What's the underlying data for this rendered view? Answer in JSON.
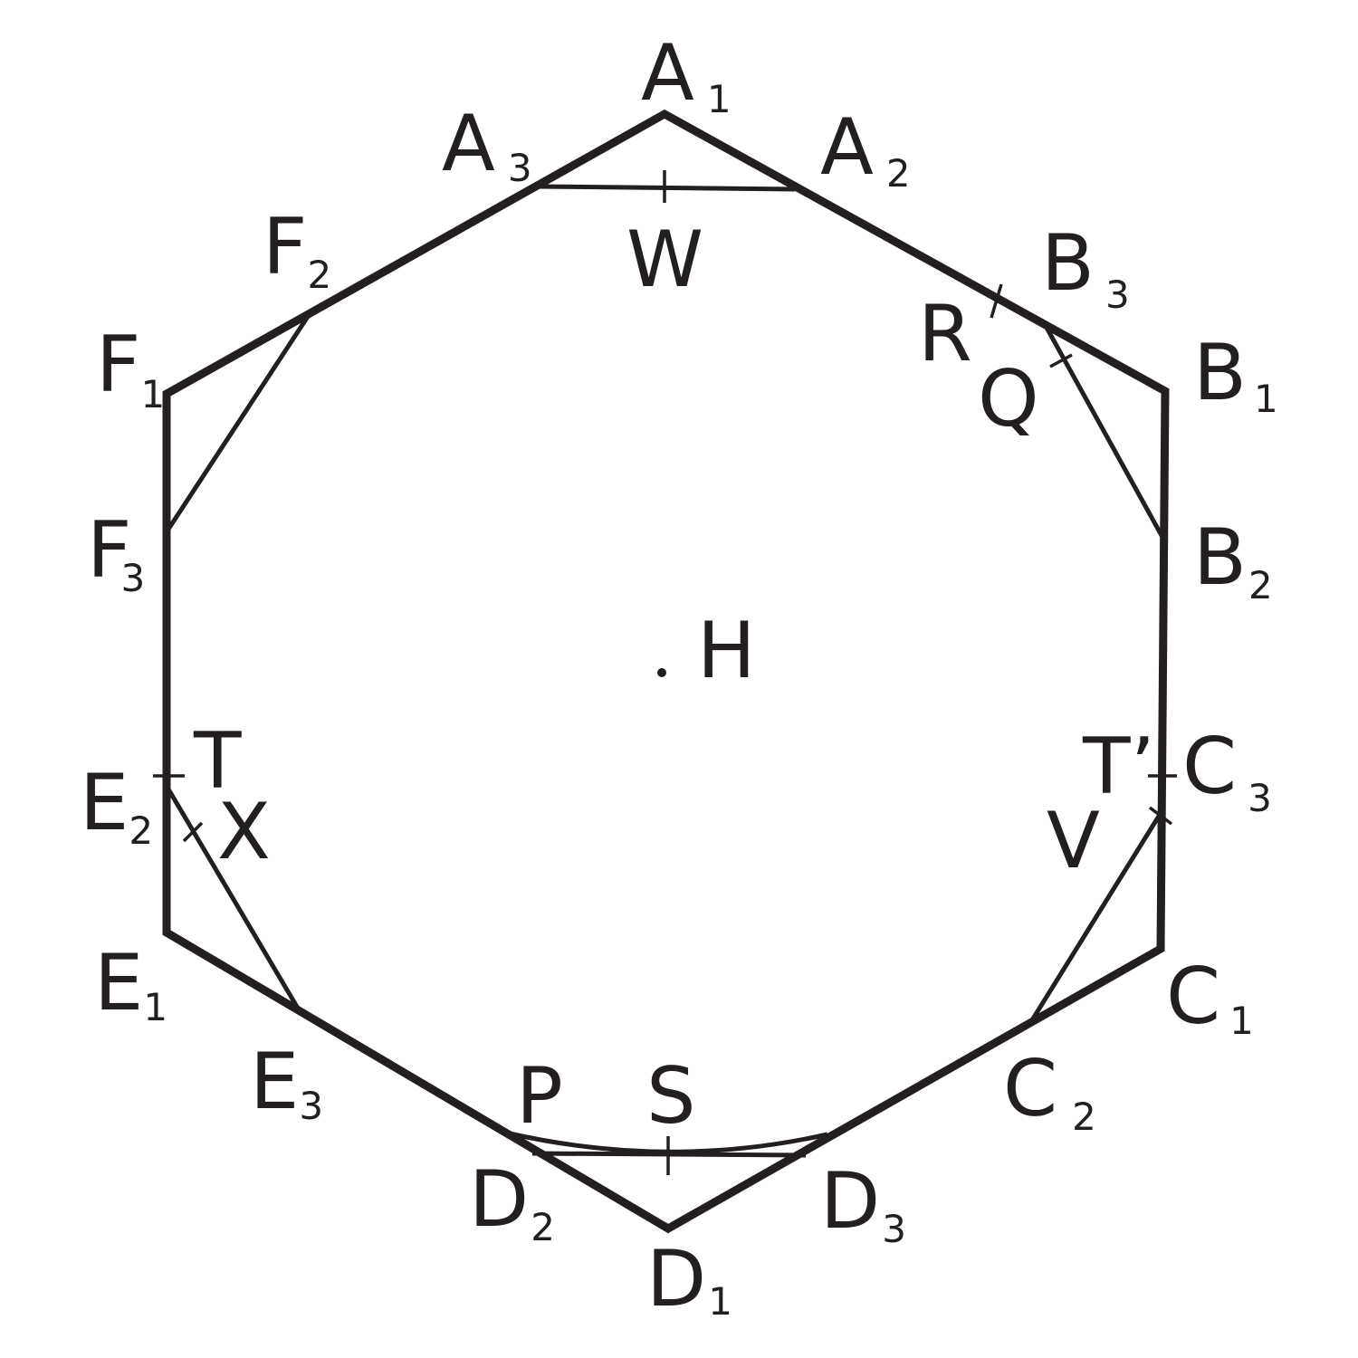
{
  "labels": {
    "A1": {
      "main": "A",
      "sub": "1"
    },
    "A2": {
      "main": "A",
      "sub": "2"
    },
    "A3": {
      "main": "A",
      "sub": "3"
    },
    "B1": {
      "main": "B",
      "sub": "1"
    },
    "B2": {
      "main": "B",
      "sub": "2"
    },
    "B3": {
      "main": "B",
      "sub": "3"
    },
    "C1": {
      "main": "C",
      "sub": "1"
    },
    "C2": {
      "main": "C",
      "sub": "2"
    },
    "C3": {
      "main": "C",
      "sub": "3"
    },
    "D1": {
      "main": "D",
      "sub": "1"
    },
    "D2": {
      "main": "D",
      "sub": "2"
    },
    "D3": {
      "main": "D",
      "sub": "3"
    },
    "E1": {
      "main": "E",
      "sub": "1"
    },
    "E2": {
      "main": "E",
      "sub": "2"
    },
    "E3": {
      "main": "E",
      "sub": "3"
    },
    "F1": {
      "main": "F",
      "sub": "1"
    },
    "F2": {
      "main": "F",
      "sub": "2"
    },
    "F3": {
      "main": "F",
      "sub": "3"
    },
    "W": "W",
    "R": "R",
    "Q": "Q",
    "H": "H",
    "T": "T",
    "Tprime": "T’",
    "X": "X",
    "V": "V",
    "P": "P",
    "S": "S"
  }
}
